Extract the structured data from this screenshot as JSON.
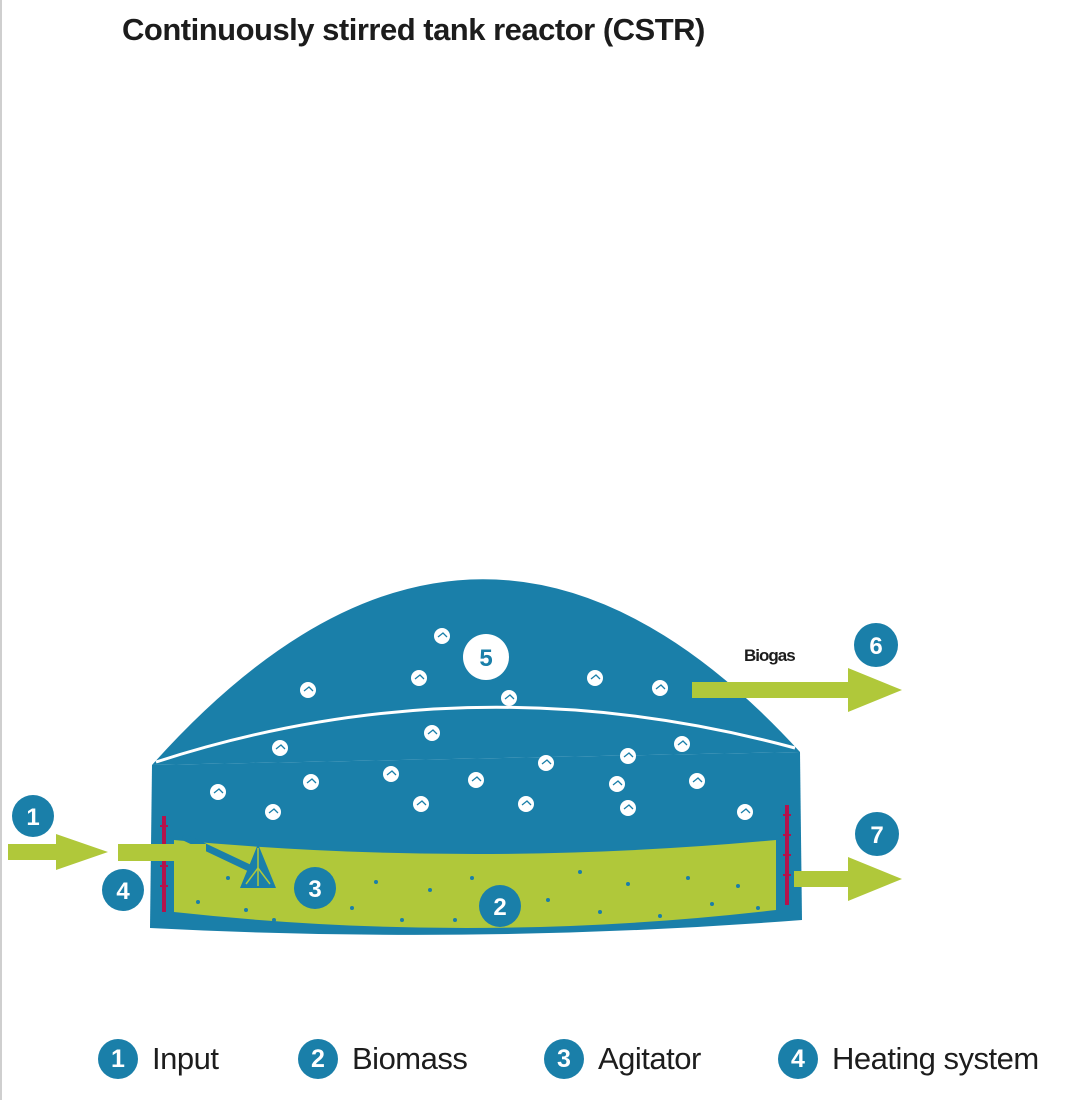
{
  "title": "Continuously stirred tank reactor (CSTR)",
  "labels": {
    "biogas": "Biogas",
    "m1": "1",
    "m2": "2",
    "m3": "3",
    "m4": "4",
    "m5": "5",
    "m6": "6",
    "m7": "7"
  },
  "legend": [
    {
      "number": "1",
      "label": "Input"
    },
    {
      "number": "2",
      "label": "Biomass"
    },
    {
      "number": "3",
      "label": "Agitator"
    },
    {
      "number": "4",
      "label": "Heating system"
    }
  ],
  "colors": {
    "tank_blue": "#1a7fa9",
    "biomass_green": "#b0c83a",
    "heating_red": "#b3134c",
    "badge_blue": "#1a7fa9",
    "bubble_white": "#ffffff"
  }
}
